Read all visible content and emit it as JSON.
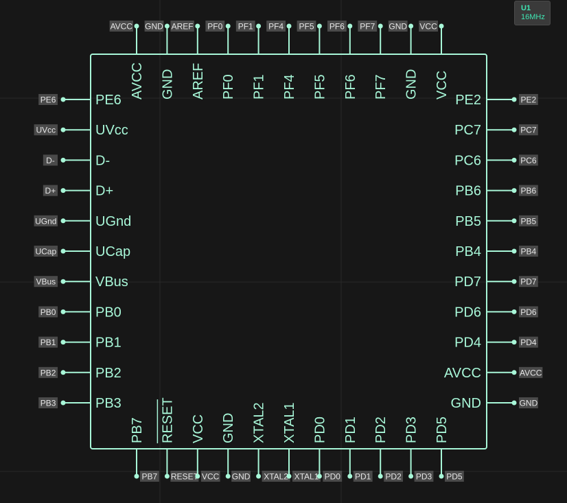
{
  "component": {
    "designator": "U1",
    "value": "16MHz",
    "colors": {
      "background": "#171717",
      "grid": "#2a2a2a",
      "body": "#a8f7d8",
      "pin": "#a8f7d8",
      "net_label_bg": "#4a4a4a",
      "net_label_text": "#e6e6e6",
      "accent": "#3fe6b3"
    }
  },
  "pins": {
    "top": [
      {
        "name": "AVCC",
        "net": "AVCC"
      },
      {
        "name": "GND",
        "net": "GND"
      },
      {
        "name": "AREF",
        "net": "AREF"
      },
      {
        "name": "PF0",
        "net": "PF0"
      },
      {
        "name": "PF1",
        "net": "PF1"
      },
      {
        "name": "PF4",
        "net": "PF4"
      },
      {
        "name": "PF5",
        "net": "PF5"
      },
      {
        "name": "PF6",
        "net": "PF6"
      },
      {
        "name": "PF7",
        "net": "PF7"
      },
      {
        "name": "GND",
        "net": "GND"
      },
      {
        "name": "VCC",
        "net": "VCC"
      }
    ],
    "bottom": [
      {
        "name": "PB7",
        "net": "PB7"
      },
      {
        "name": "RESET",
        "net": "RESET",
        "overbar": true
      },
      {
        "name": "VCC",
        "net": "VCC"
      },
      {
        "name": "GND",
        "net": "GND"
      },
      {
        "name": "XTAL2",
        "net": "XTAL2"
      },
      {
        "name": "XTAL1",
        "net": "XTAL1"
      },
      {
        "name": "PD0",
        "net": "PD0"
      },
      {
        "name": "PD1",
        "net": "PD1"
      },
      {
        "name": "PD2",
        "net": "PD2"
      },
      {
        "name": "PD3",
        "net": "PD3"
      },
      {
        "name": "PD5",
        "net": "PD5"
      }
    ],
    "left": [
      {
        "name": "PE6",
        "net": "PE6"
      },
      {
        "name": "UVcc",
        "net": "UVcc"
      },
      {
        "name": "D-",
        "net": "D-"
      },
      {
        "name": "D+",
        "net": "D+"
      },
      {
        "name": "UGnd",
        "net": "UGnd"
      },
      {
        "name": "UCap",
        "net": "UCap"
      },
      {
        "name": "VBus",
        "net": "VBus"
      },
      {
        "name": "PB0",
        "net": "PB0"
      },
      {
        "name": "PB1",
        "net": "PB1"
      },
      {
        "name": "PB2",
        "net": "PB2"
      },
      {
        "name": "PB3",
        "net": "PB3"
      }
    ],
    "right": [
      {
        "name": "PE2",
        "net": "PE2"
      },
      {
        "name": "PC7",
        "net": "PC7"
      },
      {
        "name": "PC6",
        "net": "PC6"
      },
      {
        "name": "PB6",
        "net": "PB6"
      },
      {
        "name": "PB5",
        "net": "PB5"
      },
      {
        "name": "PB4",
        "net": "PB4"
      },
      {
        "name": "PD7",
        "net": "PD7"
      },
      {
        "name": "PD6",
        "net": "PD6"
      },
      {
        "name": "PD4",
        "net": "PD4"
      },
      {
        "name": "AVCC",
        "net": "AVCC"
      },
      {
        "name": "GND",
        "net": "GND"
      }
    ]
  }
}
